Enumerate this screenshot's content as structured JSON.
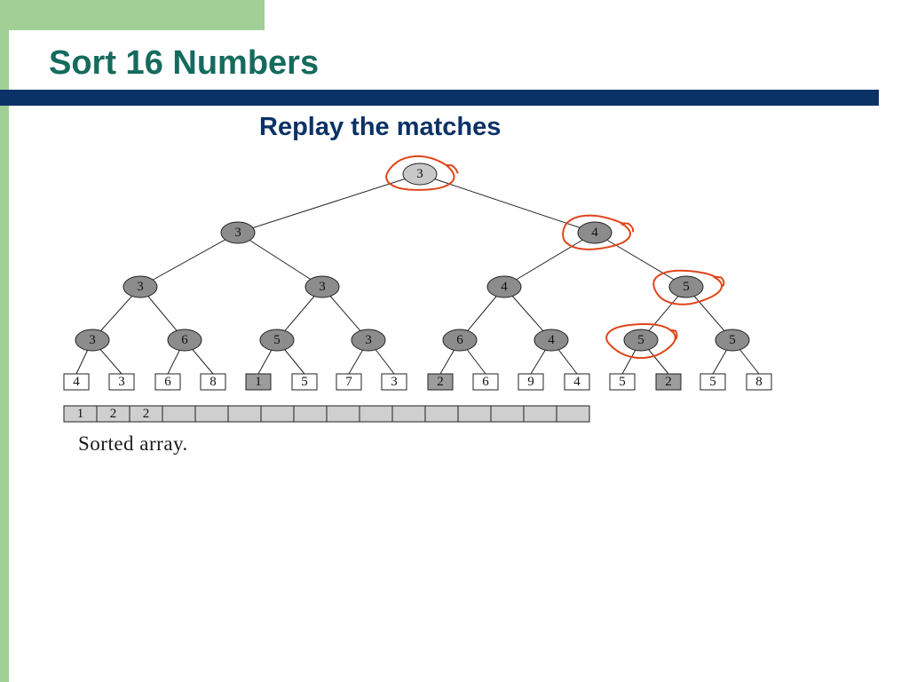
{
  "slide": {
    "title": "Sort 16 Numbers",
    "subtitle": "Replay the matches"
  },
  "tree": {
    "levels": [
      [
        "3"
      ],
      [
        "3",
        "4"
      ],
      [
        "3",
        "3",
        "4",
        "5"
      ],
      [
        "3",
        "6",
        "5",
        "3",
        "6",
        "4",
        "5",
        "5"
      ]
    ],
    "leaves": [
      "4",
      "3",
      "6",
      "8",
      "1",
      "5",
      "7",
      "3",
      "2",
      "6",
      "9",
      "4",
      "5",
      "2",
      "5",
      "8"
    ],
    "highlighted_leaves": [
      4,
      8,
      13
    ],
    "circled_nodes": [
      {
        "level": 0,
        "index": 0
      },
      {
        "level": 1,
        "index": 1
      },
      {
        "level": 2,
        "index": 3
      },
      {
        "level": 3,
        "index": 6
      }
    ]
  },
  "sorted_array": {
    "values": [
      "1",
      "2",
      "2",
      "",
      "",
      "",
      "",
      "",
      "",
      "",
      "",
      "",
      "",
      "",
      "",
      ""
    ],
    "caption": "Sorted array."
  },
  "colors": {
    "node_fill": "#8c8c8c",
    "root_fill": "#c8c8c8",
    "annotation": "#e0451a",
    "array_fill": "#cfcfcf",
    "leaf_highlight": "#9c9c9c"
  }
}
